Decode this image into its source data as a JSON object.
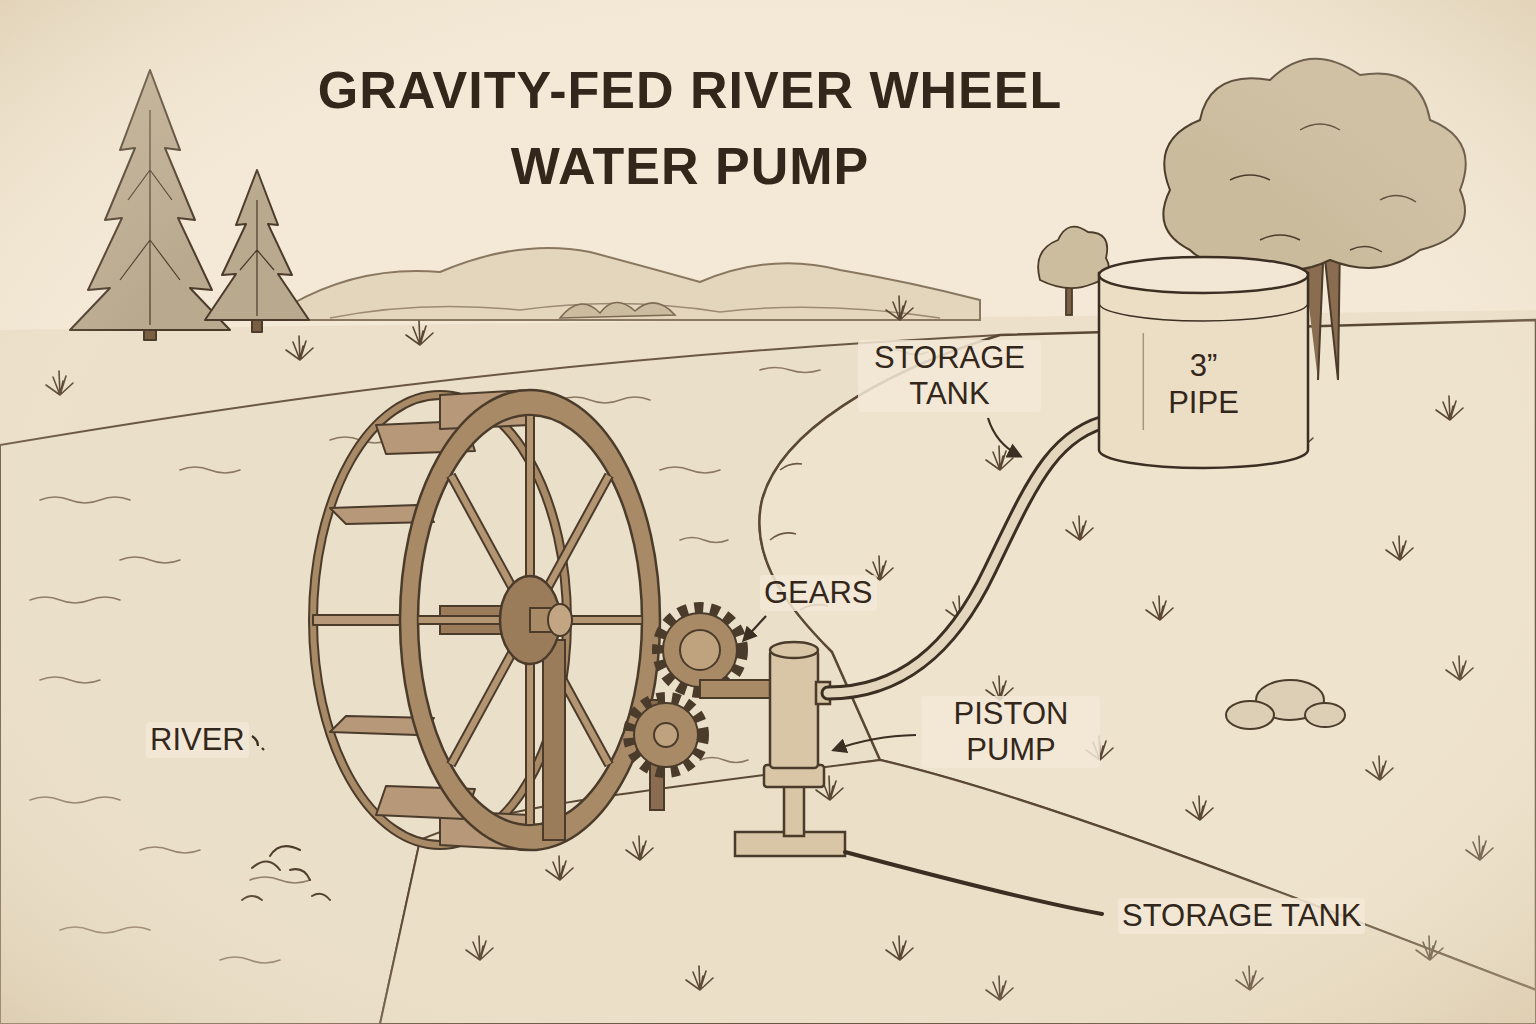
{
  "diagram": {
    "title": "GRAVITY-FED RIVER WHEEL WATER PUMP",
    "nodes": [
      {
        "text": [
          "3” PIPE"
        ]
      }
    ],
    "labels": [
      "STORAGE TANK",
      "GEARS",
      "PISTON PUMP",
      "RIVER",
      "STORAGE TANK"
    ]
  }
}
